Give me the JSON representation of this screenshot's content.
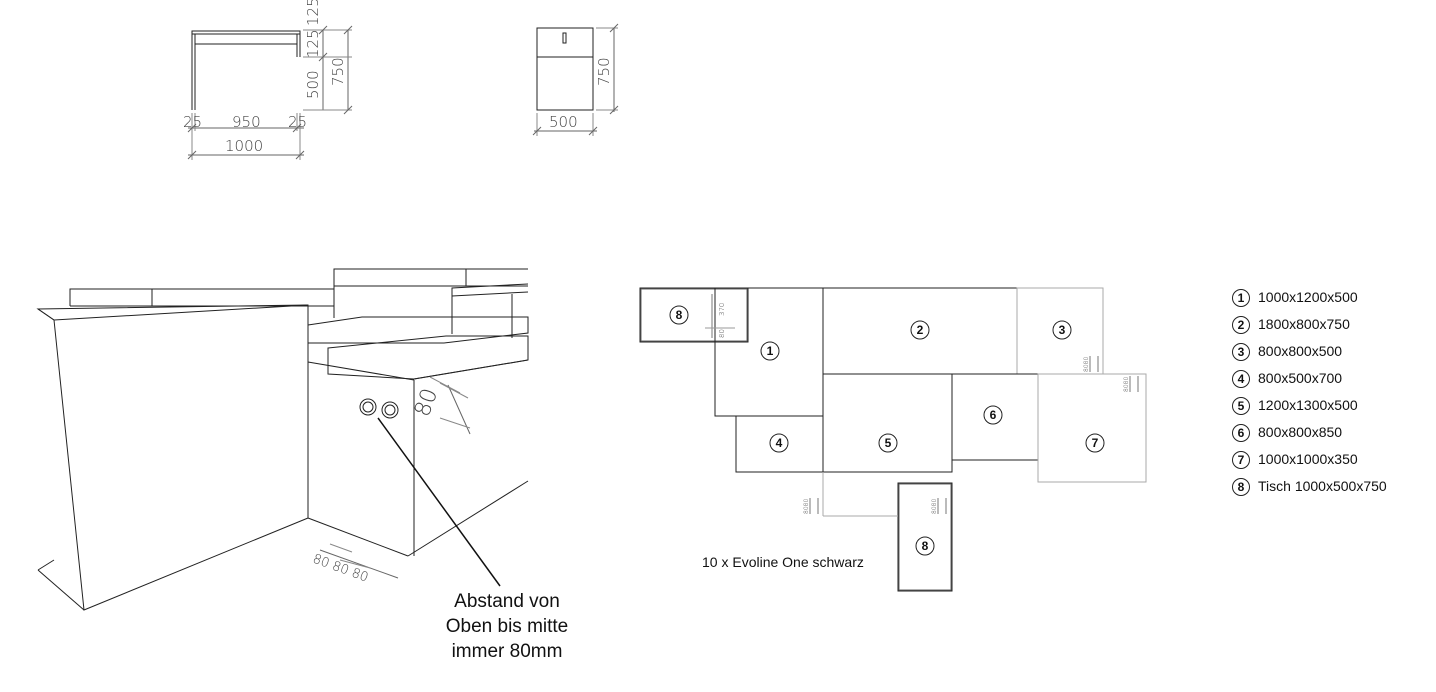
{
  "table_side_view": {
    "dims": {
      "top": "125",
      "mid": "125",
      "h500": "500",
      "h750": "750",
      "left": "25",
      "center": "950",
      "right": "25",
      "total": "1000"
    }
  },
  "table_front_view": {
    "dims": {
      "height": "750",
      "width": "500"
    }
  },
  "perspective": {
    "dim_80": "80",
    "floor_dims": "80  80  80",
    "note_lines": [
      "Abstand von",
      "Oben bis mitte",
      "immer 80mm"
    ]
  },
  "plan": {
    "blocks": [
      {
        "num": "1"
      },
      {
        "num": "2"
      },
      {
        "num": "3"
      },
      {
        "num": "4"
      },
      {
        "num": "5"
      },
      {
        "num": "6"
      },
      {
        "num": "7"
      },
      {
        "num": "8"
      },
      {
        "num": "8"
      }
    ],
    "small_dims": {
      "d370": "370",
      "d80": "80",
      "d8080": "8080"
    },
    "caption": "10 x Evoline One schwarz"
  },
  "legend": [
    {
      "num": "1",
      "label": "1000x1200x500"
    },
    {
      "num": "2",
      "label": "1800x800x750"
    },
    {
      "num": "3",
      "label": "800x800x500"
    },
    {
      "num": "4",
      "label": "800x500x700"
    },
    {
      "num": "5",
      "label": "1200x1300x500"
    },
    {
      "num": "6",
      "label": "800x800x850"
    },
    {
      "num": "7",
      "label": "1000x1000x350"
    },
    {
      "num": "8",
      "label": "Tisch 1000x500x750"
    }
  ],
  "colors": {
    "line": "#222222",
    "faint": "#999999"
  }
}
